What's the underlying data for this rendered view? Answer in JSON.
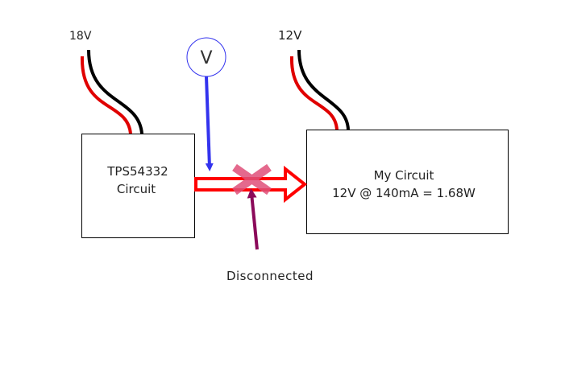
{
  "labels": {
    "source_voltage": "18V",
    "output_voltage": "12V",
    "meter": "V",
    "disconnected": "Disconnected"
  },
  "blocks": {
    "regulator": {
      "line1": "TPS54332",
      "line2": "Circuit"
    },
    "load": {
      "line1": "My Circuit",
      "line2": "12V @ 140mA = 1.68W"
    }
  },
  "colors": {
    "wire_positive": "#e00000",
    "wire_negative": "#000000",
    "power_arrow": "#ff0000",
    "meter_probe": "#3333ee",
    "disconnect_cross": "#e0507a",
    "disconnect_pointer": "#8b0a5a",
    "block_border": "#000000"
  },
  "icons": {
    "meter": "voltmeter-circle-icon",
    "disconnect": "cross-x-icon"
  }
}
